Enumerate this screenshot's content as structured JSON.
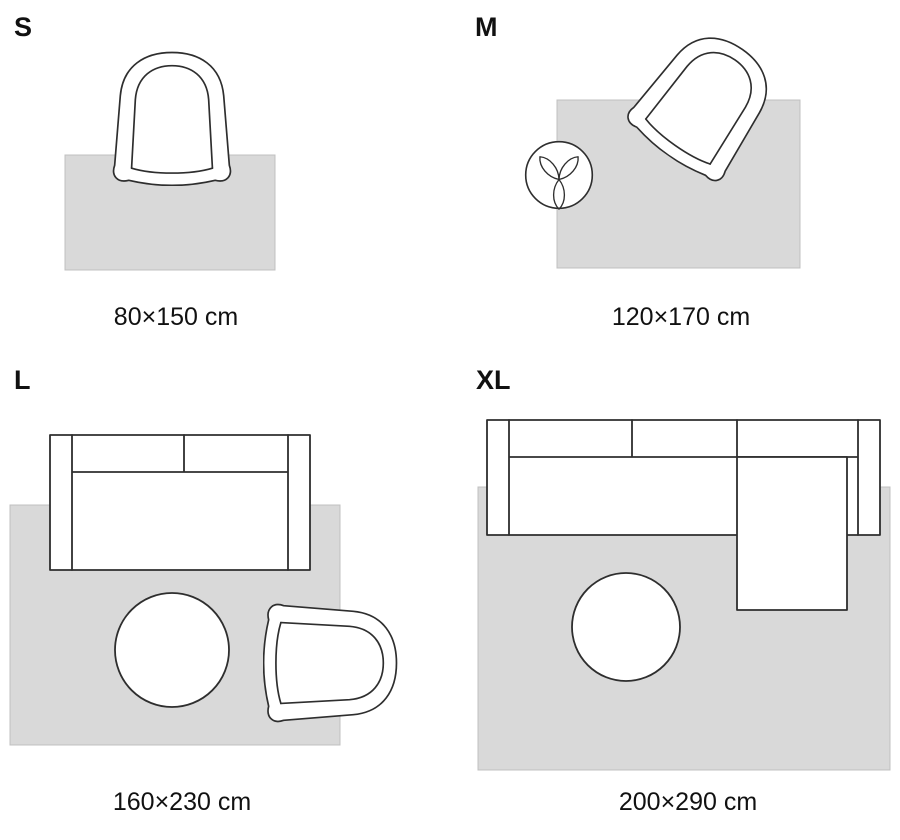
{
  "colors": {
    "page_bg": "#ffffff",
    "rug_fill": "#d9d9d9",
    "rug_stroke": "#c0c0c0",
    "furniture_fill": "#ffffff",
    "furniture_stroke": "#2e2e2e",
    "text": "#111111"
  },
  "panels": [
    {
      "id": "s",
      "letter": "S",
      "size_label": "80×150 cm",
      "furniture": [
        "armchair"
      ]
    },
    {
      "id": "m",
      "letter": "M",
      "size_label": "120×170 cm",
      "furniture": [
        "armchair",
        "plant"
      ]
    },
    {
      "id": "l",
      "letter": "L",
      "size_label": "160×230 cm",
      "furniture": [
        "sofa",
        "coffee-table",
        "armchair"
      ]
    },
    {
      "id": "xl",
      "letter": "XL",
      "size_label": "200×290 cm",
      "furniture": [
        "sectional-sofa",
        "coffee-table"
      ]
    }
  ]
}
